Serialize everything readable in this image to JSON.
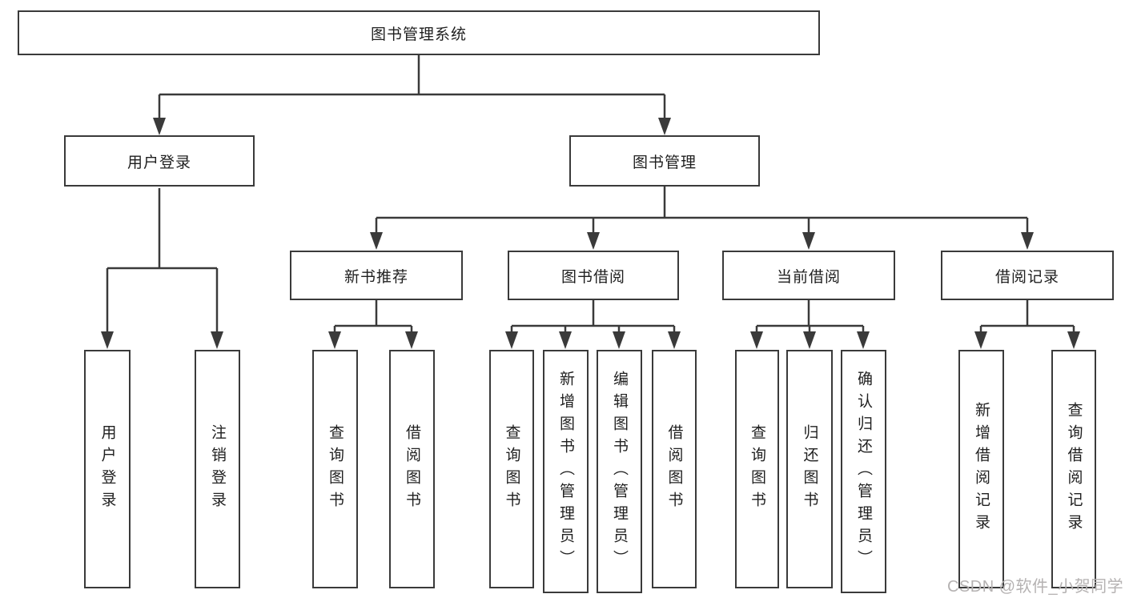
{
  "tree": {
    "root": {
      "label": "图书管理系统"
    },
    "branches": [
      {
        "label": "用户登录",
        "children": [
          {
            "label": "用户登录"
          },
          {
            "label": "注销登录"
          }
        ]
      },
      {
        "label": "图书管理",
        "children": [
          {
            "label": "新书推荐",
            "children": [
              {
                "label": "查询图书"
              },
              {
                "label": "借阅图书"
              }
            ]
          },
          {
            "label": "图书借阅",
            "children": [
              {
                "label": "查询图书"
              },
              {
                "label": "新增图书（管理员）"
              },
              {
                "label": "编辑图书（管理员）"
              },
              {
                "label": "借阅图书"
              }
            ]
          },
          {
            "label": "当前借阅",
            "children": [
              {
                "label": "查询图书"
              },
              {
                "label": "归还图书"
              },
              {
                "label": "确认归还（管理员）"
              }
            ]
          },
          {
            "label": "借阅记录",
            "children": [
              {
                "label": "新增借阅记录"
              },
              {
                "label": "查询借阅记录"
              }
            ]
          }
        ]
      }
    ]
  },
  "watermark": {
    "text": "CSDN @软件_小贺同学"
  },
  "colors": {
    "line": "#3a3a3a",
    "border": "#3a3a3a",
    "text": "#1f1f1f",
    "watermark": "#b5b2b2",
    "background": "#ffffff"
  }
}
